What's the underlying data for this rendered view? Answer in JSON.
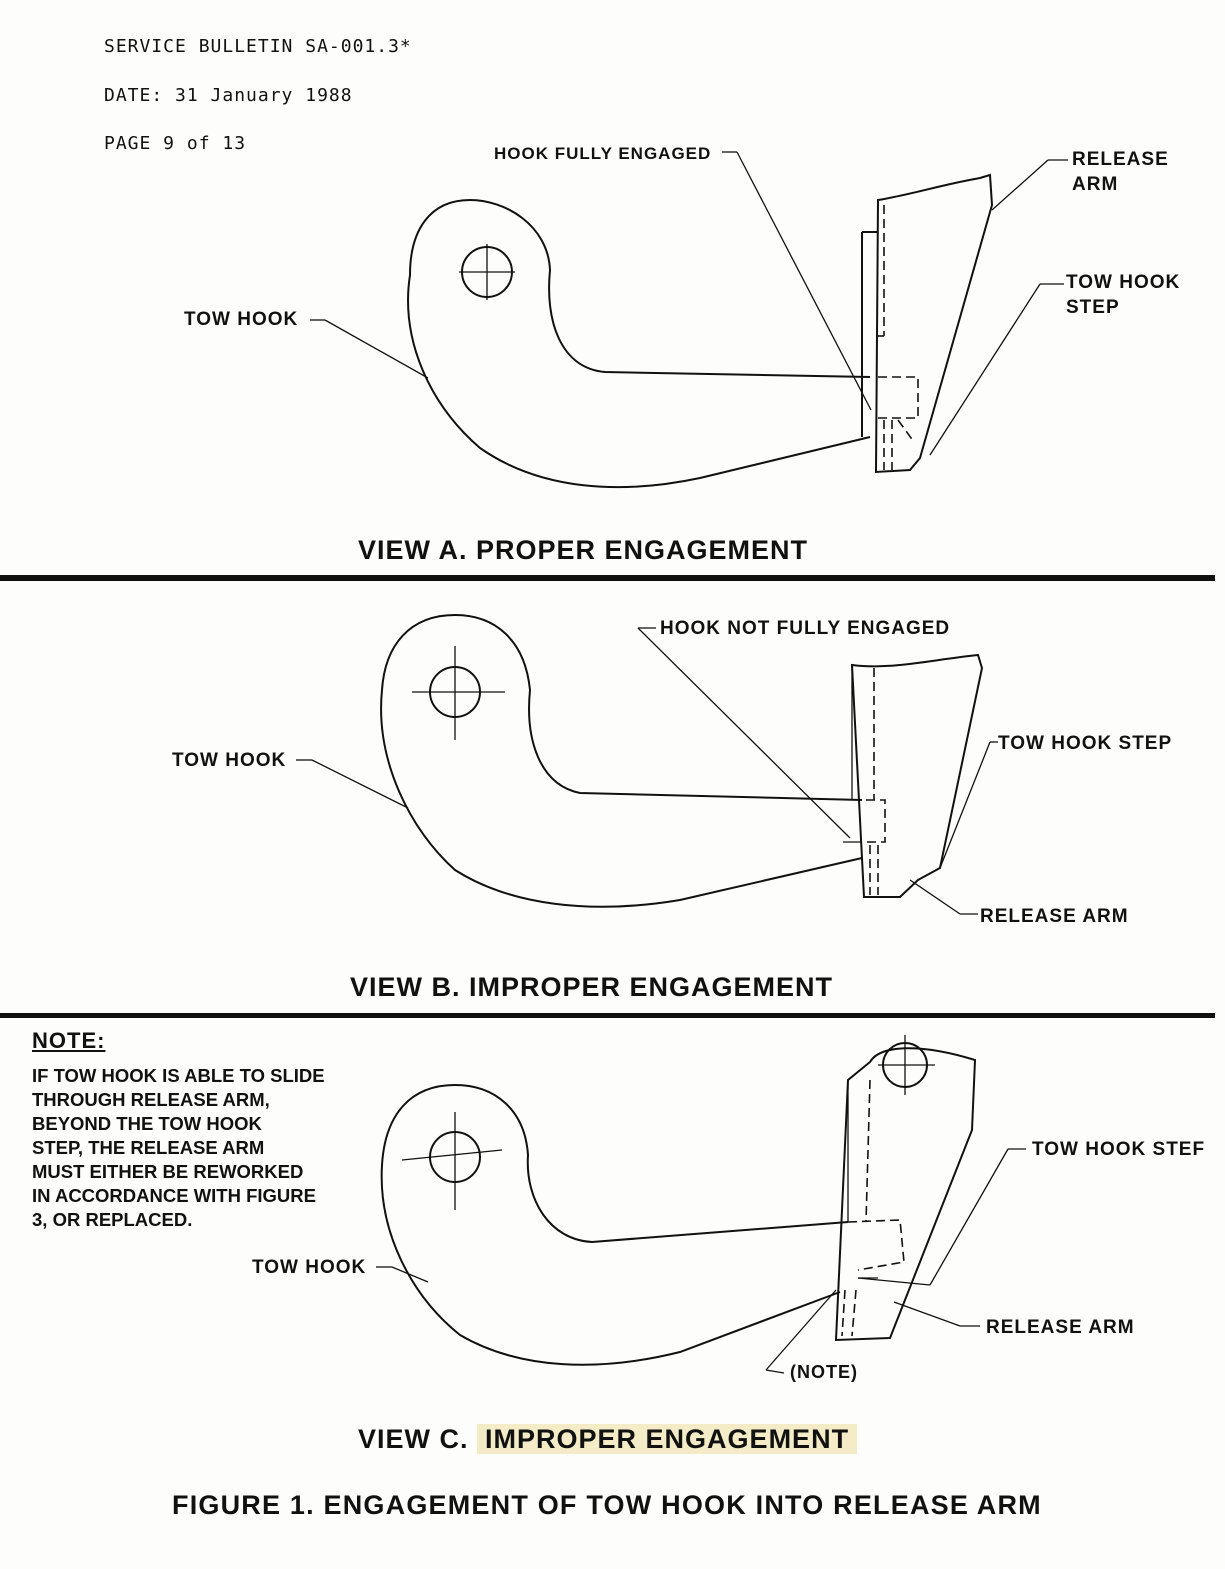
{
  "header": {
    "bulletin": "SERVICE BULLETIN SA-001.3*",
    "date": "DATE: 31 January 1988",
    "page": "PAGE 9 of 13"
  },
  "view_a": {
    "title": "VIEW A. PROPER ENGAGEMENT",
    "label_hook_engaged": "HOOK FULLY ENGAGED",
    "label_release_arm_1": "RELEASE",
    "label_release_arm_2": "ARM",
    "label_step_1": "TOW HOOK",
    "label_step_2": "STEP",
    "label_tow_hook": "TOW HOOK"
  },
  "view_b": {
    "title": "VIEW B. IMPROPER ENGAGEMENT",
    "label_hook_not_engaged": "HOOK NOT FULLY ENGAGED",
    "label_step": "TOW HOOK STEP",
    "label_tow_hook": "TOW HOOK",
    "label_release_arm": "RELEASE ARM"
  },
  "view_c": {
    "title_prefix": "VIEW C.",
    "title_highlight": "IMPROPER ENGAGEMENT",
    "note_heading": "NOTE:",
    "note_text": "IF TOW HOOK IS ABLE TO SLIDE\nTHROUGH RELEASE ARM,\nBEYOND THE TOW HOOK\nSTEP, THE RELEASE ARM\nMUST EITHER BE REWORKED\nIN ACCORDANCE WITH FIGURE\n3, OR REPLACED.",
    "label_step": "TOW HOOK STEF",
    "label_tow_hook": "TOW HOOK",
    "label_release_arm": "RELEASE ARM",
    "label_note": "(NOTE)"
  },
  "figure_caption": "FIGURE 1. ENGAGEMENT OF TOW HOOK INTO RELEASE ARM",
  "colors": {
    "ink": "#111111",
    "paper": "#fdfdfb",
    "highlight": "#f3ecc6"
  }
}
